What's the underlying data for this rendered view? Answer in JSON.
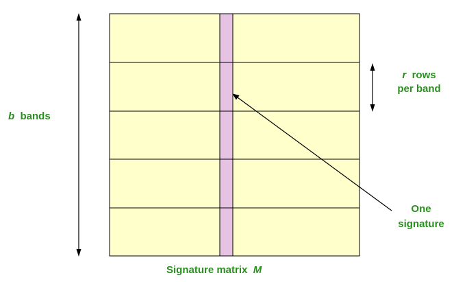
{
  "diagram": {
    "band_count": 5,
    "colors": {
      "band_fill": "#ffffcc",
      "signature_fill": "#e6c3e3",
      "label_color": "#2a8f1f",
      "line_color": "#000000"
    },
    "labels": {
      "bands_var": "b",
      "bands_text": "bands",
      "rows_var": "r",
      "rows_text": "rows",
      "rows_line2": "per band",
      "signature_line1": "One",
      "signature_line2": "signature",
      "matrix_text": "Signature matrix",
      "matrix_var": "M"
    }
  }
}
